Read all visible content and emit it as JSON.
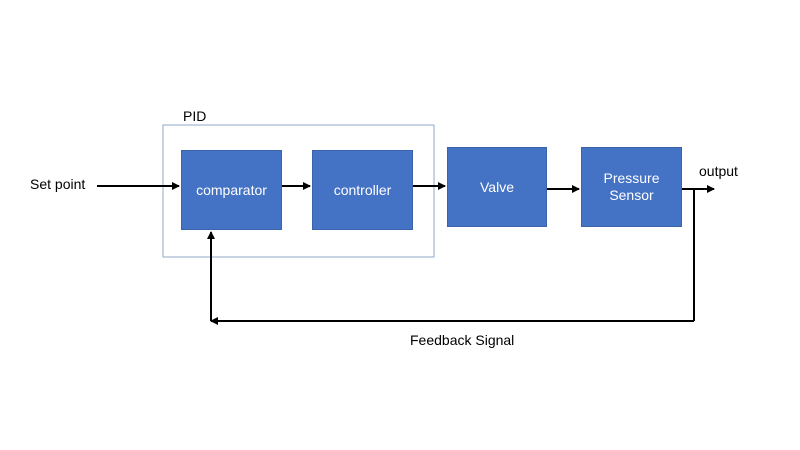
{
  "group": {
    "label": "PID"
  },
  "input_label": "Set point",
  "output_label": "output",
  "feedback_label": "Feedback Signal",
  "blocks": [
    {
      "id": "comparator",
      "label": "comparator"
    },
    {
      "id": "controller",
      "label": "controller"
    },
    {
      "id": "valve",
      "label": "Valve"
    },
    {
      "id": "pressure-sensor",
      "label": "Pressure Sensor"
    }
  ],
  "colors": {
    "block_fill": "#4472c4",
    "group_border": "#8faac8",
    "arrow": "#000000",
    "text": "#000000",
    "block_text": "#ffffff"
  }
}
